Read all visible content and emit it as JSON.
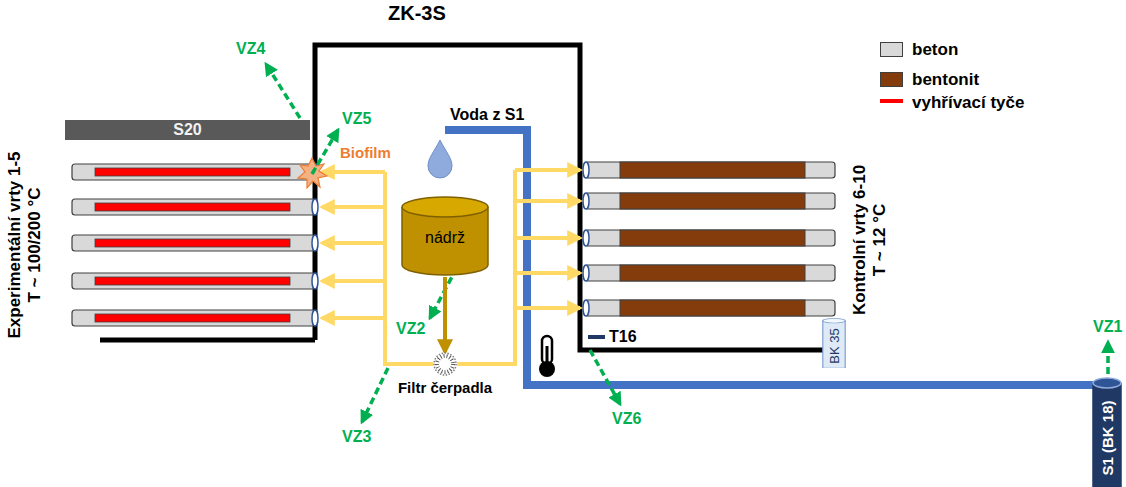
{
  "diagram": {
    "nodes": [
      {
        "text": [
          "S20"
        ]
      },
      {
        "text": [
          "nádrž"
        ]
      },
      {
        "text": [
          "Filtr čerpadla"
        ]
      },
      {
        "text": [
          "BK 35"
        ]
      },
      {
        "text": [
          "S1 (BK 18)"
        ]
      }
    ],
    "edges": [
      {
        "from": 1,
        "to": 2,
        "arrow": "to"
      }
    ],
    "labels": [
      "ZK-3S",
      "Voda z S1",
      "Biofilm",
      "VZ4",
      "VZ5",
      "VZ2",
      "VZ3",
      "VZ6",
      "VZ1",
      "T16",
      "Experimentální vrty 1-5",
      "T ~ 100/200 °C",
      "Kontrolní vrty 6-10",
      "T ~ 12 °C"
    ],
    "legend": [
      {
        "text": "beton",
        "color": "#D9D9D9"
      },
      {
        "text": "bentonit",
        "color": "#843C0C"
      },
      {
        "text": "vyhřívací tyče"
      }
    ]
  }
}
